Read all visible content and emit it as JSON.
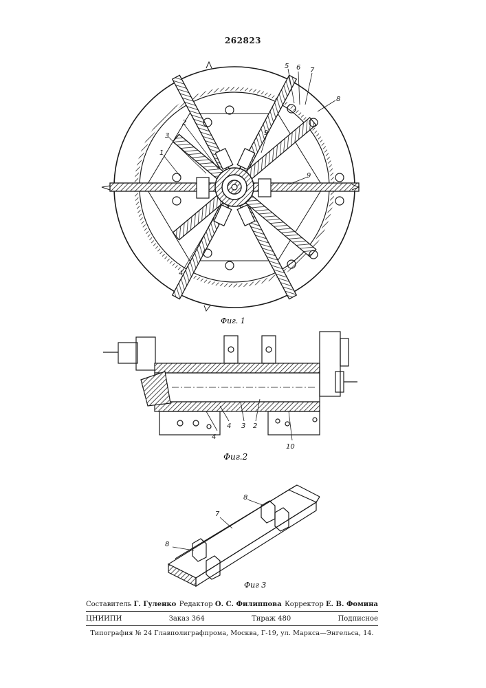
{
  "patent_number": "262823",
  "figures": {
    "fig1": {
      "caption": "Фиг. 1",
      "labels": [
        "1",
        "2",
        "3",
        "4",
        "5",
        "6",
        "7",
        "8",
        "9",
        "9"
      ]
    },
    "fig2": {
      "caption": "Фиг.2",
      "labels": [
        "4",
        "4",
        "3",
        "2",
        "10"
      ]
    },
    "fig3": {
      "caption": "Фиг 3",
      "labels": [
        "8",
        "7",
        "8"
      ]
    }
  },
  "credits": {
    "composer_role": "Составитель",
    "composer_name": "Г. Гуленко",
    "editor_role": "Редактор",
    "editor_name": "О. С. Филиппова",
    "corrector_role": "Корректор",
    "corrector_name": "Е. В. Фомина",
    "org": "ЦНИИПИ",
    "order": "Заказ 364",
    "circulation": "Тираж 480",
    "subscription": "Подписное",
    "printer": "Типография № 24 Главполиграфпрома, Москва, Г-19, ул. Маркса—Энгельса, 14."
  }
}
